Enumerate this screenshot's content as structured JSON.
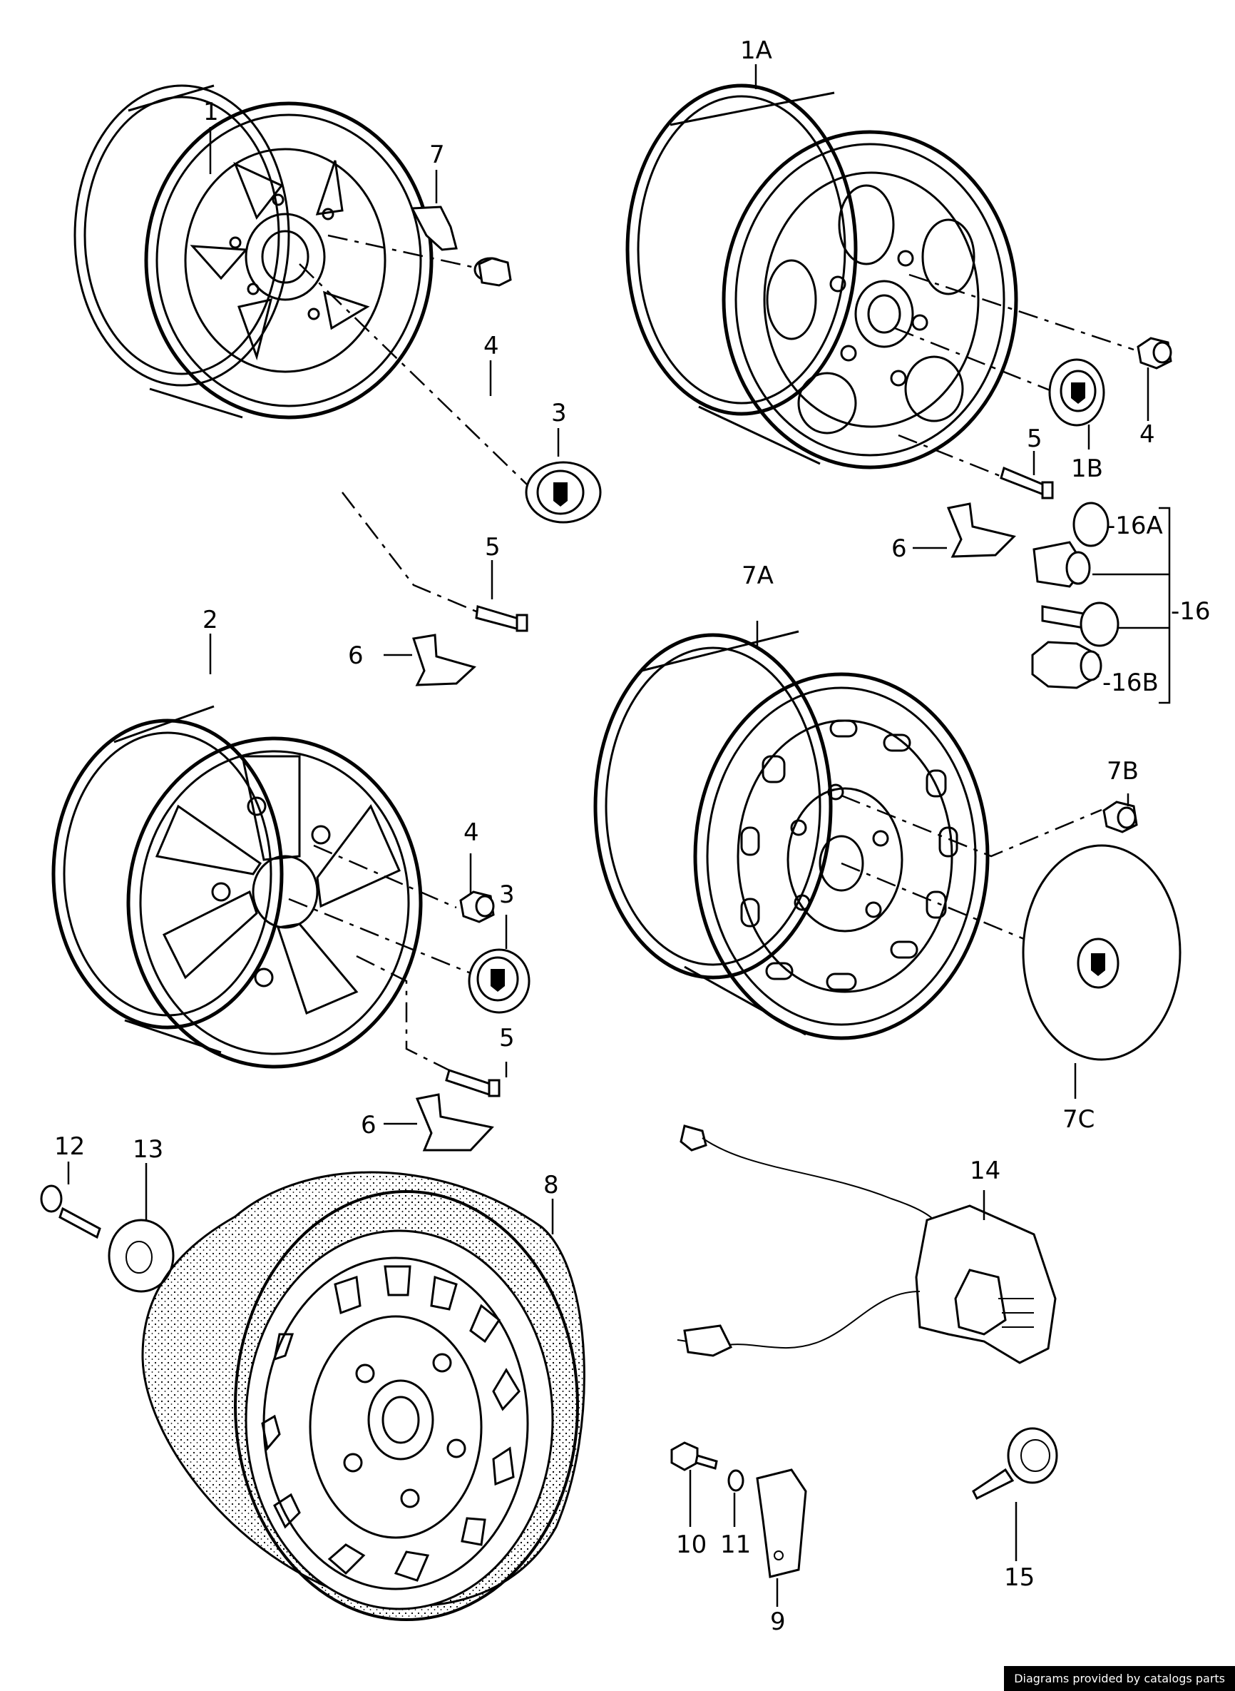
{
  "labels": {
    "p1": "1",
    "p1a": "1A",
    "p1b": "1B",
    "p2": "2",
    "p3a": "3",
    "p3b": "3",
    "p4a": "4",
    "p4b": "4",
    "p4c": "4",
    "p5a": "5",
    "p5b": "5",
    "p5c": "5",
    "p6a": "6",
    "p6b": "6",
    "p6c": "6",
    "p7": "7",
    "p7a": "7A",
    "p7b": "7B",
    "p7c": "7C",
    "p8": "8",
    "p9": "9",
    "p10": "10",
    "p11": "11",
    "p12": "12",
    "p13": "13",
    "p14": "14",
    "p15": "15",
    "p16": "-16",
    "p16a": "-16A",
    "p16b": "-16B"
  },
  "credit": "Diagrams provided by catalogs parts"
}
